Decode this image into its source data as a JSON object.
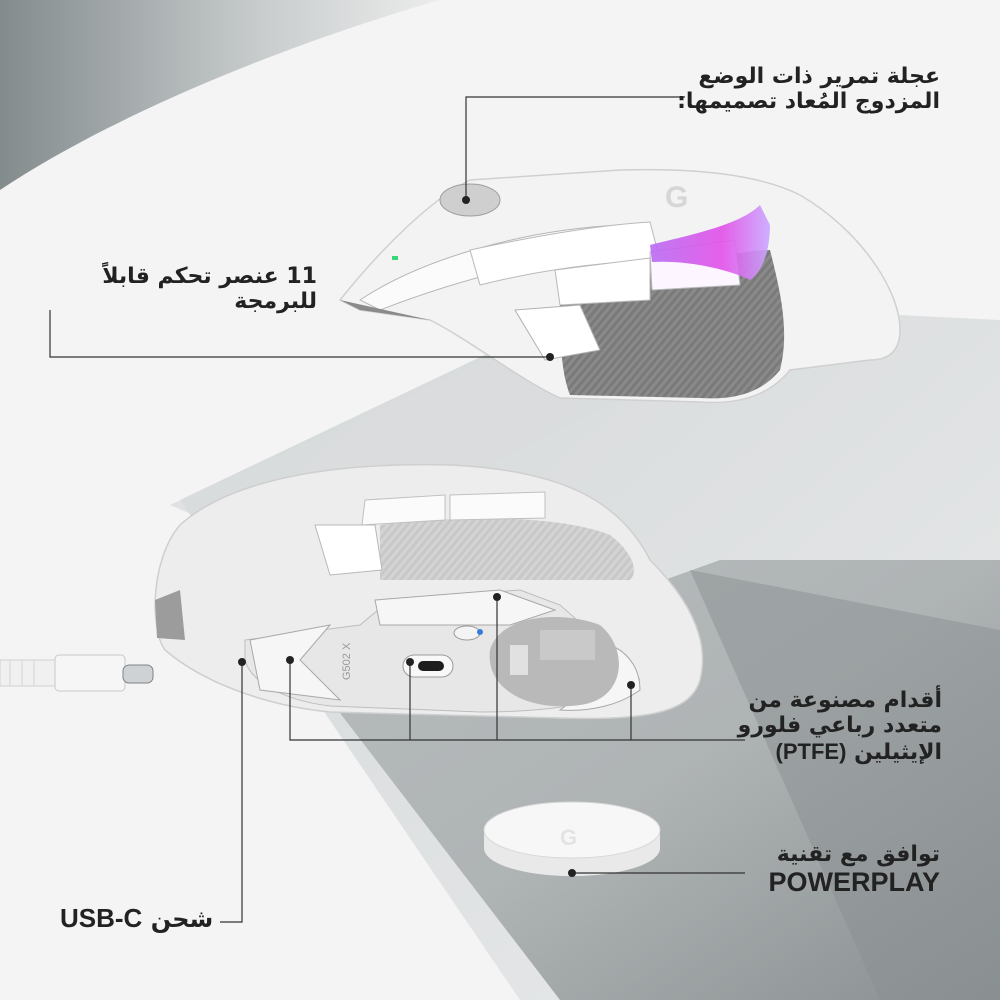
{
  "product": {
    "model_engraving": "G502 X",
    "logo_glyph": "G"
  },
  "colors": {
    "background": "#f4f4f4",
    "band_dark": "#8f9596",
    "band_mid": "#c4c8c9",
    "band_light": "#dfe1e2",
    "mouse_white": "#f2f2f2",
    "mouse_shadow": "#c9cbcc",
    "grip_gray": "#8e8e8e",
    "rgb_pink": "#e24fe8",
    "rgb_purple": "#9b5cf0",
    "indicator_green": "#39d57a",
    "text": "#222222",
    "leader_line": "#333333"
  },
  "callouts": {
    "scroll_wheel": {
      "line1": "عجلة تمرير ذات الوضع",
      "line2": "المزدوج المُعاد تصميمها:"
    },
    "programmable_controls": {
      "text": "11 عنصر تحكم قابلاً للبرمجة"
    },
    "ptfe_feet": {
      "line1": "أقدام مصنوعة من",
      "line2": "متعدد رباعي فلورو",
      "line3_ar": "الإيثيلين",
      "line3_en": "(PTFE)"
    },
    "powerplay": {
      "line1": "توافق مع تقنية",
      "line2": "POWERPLAY"
    },
    "usb_c": {
      "ar": "شحن",
      "en": "USB-C"
    }
  }
}
